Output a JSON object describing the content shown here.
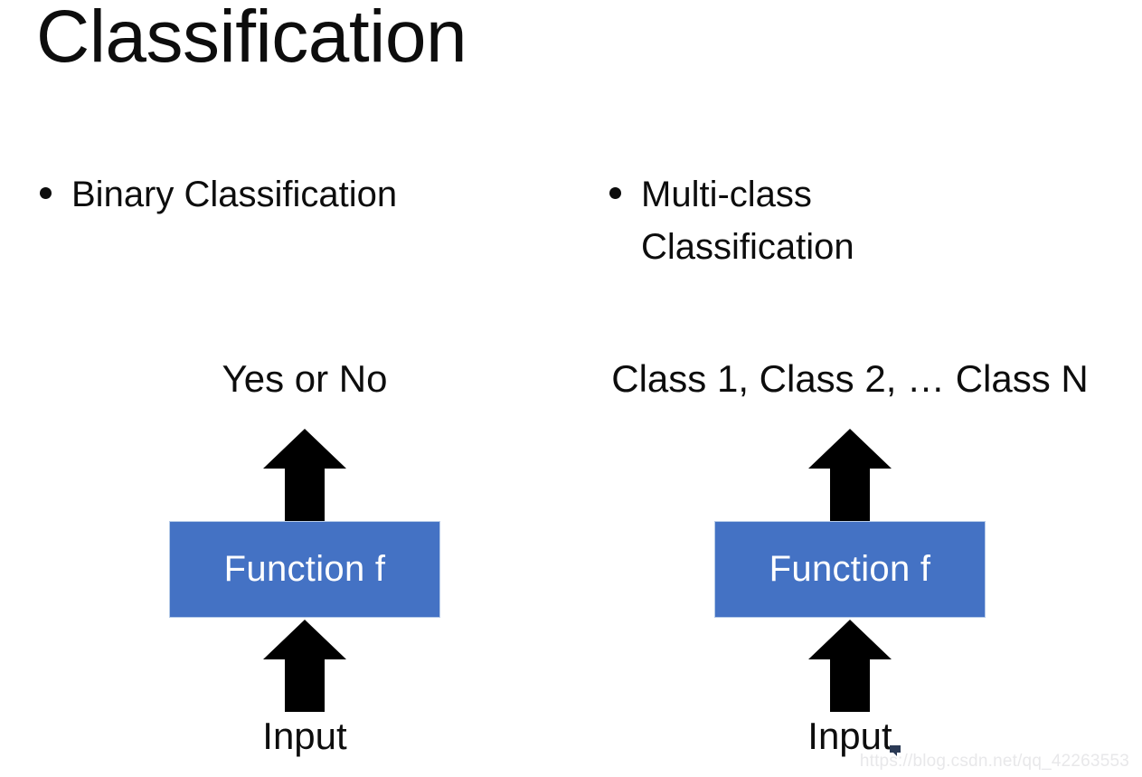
{
  "slide": {
    "title": "Classification",
    "background_color": "#ffffff",
    "text_color": "#0d0d0d",
    "accent_color": "#4472c4"
  },
  "bullets": [
    {
      "marker": "bullet-dot",
      "label": "Binary Classification"
    },
    {
      "marker": "bullet-dot",
      "label": "Multi-class Classification"
    }
  ],
  "diagrams": [
    {
      "name": "binary-classification-diagram",
      "output_label": "Yes or No",
      "box_label": "Function f",
      "input_label": "Input",
      "box_color": "#4472c4",
      "box_text_color": "#ffffff",
      "arrow_up_top": "arrow-up-icon",
      "arrow_up_bottom": "arrow-up-icon"
    },
    {
      "name": "multi-class-classification-diagram",
      "output_label": "Class 1, Class 2, … Class N",
      "box_label": "Function f",
      "input_label": "Input",
      "box_color": "#4472c4",
      "box_text_color": "#ffffff",
      "arrow_up_top": "arrow-up-icon",
      "arrow_up_bottom": "arrow-up-icon"
    }
  ],
  "watermark": {
    "url": "https://blog.csdn.net/qq_42263553",
    "color": "#e8e8ea"
  }
}
